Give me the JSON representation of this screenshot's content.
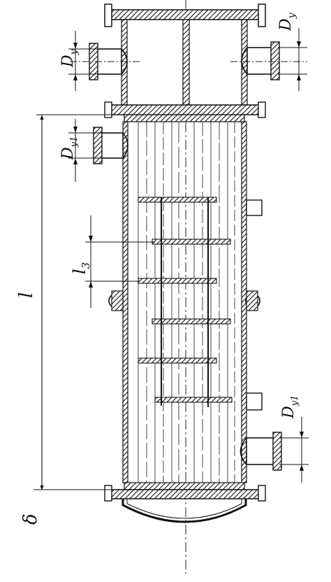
{
  "labels": {
    "dy_top_left": {
      "main": "D",
      "sub": "y"
    },
    "dy_top_right": {
      "main": "D",
      "sub": "y"
    },
    "dy1_left": {
      "main": "D",
      "sub": "y1"
    },
    "dy1_right": {
      "main": "D",
      "sub": "y1"
    },
    "length": "l",
    "baffle_pitch": {
      "main": "l",
      "sub": "3"
    },
    "wall": "δ"
  }
}
